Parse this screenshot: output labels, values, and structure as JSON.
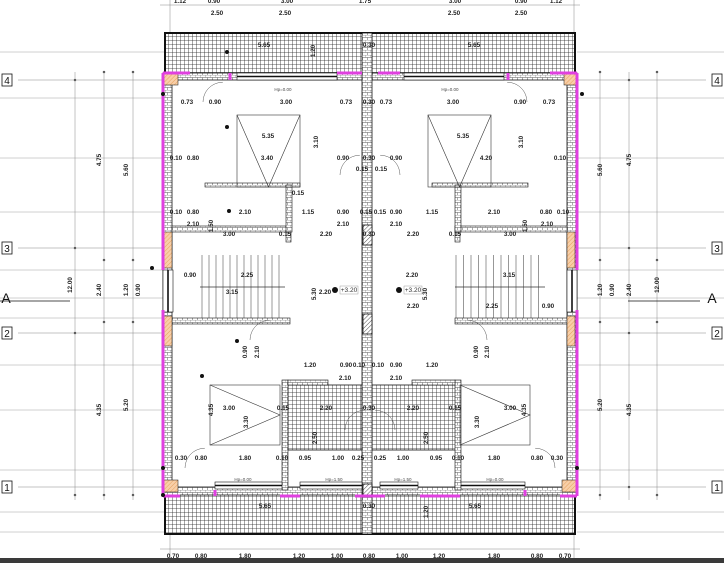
{
  "drawing": {
    "colors": {
      "outline": "#e040e0",
      "line": "#111111",
      "grid_line": "#888888",
      "column_fill": "#f4b183",
      "background": "#ffffff",
      "bottom_bar": "#3a3a3a"
    },
    "grid_axes": [
      "4",
      "3",
      "2",
      "1"
    ],
    "section_mark": "A",
    "top_dimensions_row1": [
      "1.12",
      "0.90",
      "3.00",
      "1.75",
      "3.00",
      "0.90",
      "1.12"
    ],
    "top_dimensions_row2": [
      "2.50",
      "2.50",
      "2.50",
      "2.50"
    ],
    "bottom_dimensions": [
      "0.70",
      "0.80",
      "1.80",
      "1.20",
      "1.00",
      "0.80",
      "1.00",
      "1.20",
      "1.80",
      "0.80",
      "0.70"
    ],
    "left_dimensions": [
      "4.75",
      "5.60",
      "12.00",
      "2.40",
      "1.20",
      "0.90",
      "4.35",
      "5.20"
    ],
    "right_dimensions": [
      "5.60",
      "4.75",
      "12.00",
      "1.20",
      "0.90",
      "2.40",
      "5.20",
      "4.35"
    ],
    "sill_heights": [
      "Hp=0.00",
      "Hp=0.00",
      "Hp=0.00",
      "Hp=1.50",
      "Hp=1.50",
      "Hp=0.00"
    ],
    "levels": [
      "+3.20",
      "+3.20"
    ],
    "plan_dimensions": [
      "5.65",
      "1.20",
      "0.30",
      "5.65",
      "0.73",
      "0.90",
      "3.00",
      "0.73",
      "0.30",
      "0.73",
      "3.00",
      "0.90",
      "0.73",
      "5.35",
      "5.35",
      "3.10",
      "3.10",
      "0.10",
      "0.80",
      "3.40",
      "0.90",
      "0.30",
      "0.90",
      "4.20",
      "0.10",
      "0.15",
      "0.15",
      "0.15",
      "0.10",
      "0.80",
      "2.10",
      "1.15",
      "0.90",
      "0.15",
      "0.15",
      "0.90",
      "1.15",
      "2.10",
      "0.80",
      "0.10",
      "2.10",
      "1.50",
      "2.10",
      "2.10",
      "1.50",
      "2.10",
      "3.00",
      "0.15",
      "2.20",
      "0.30",
      "2.20",
      "0.15",
      "3.00",
      "0.90",
      "2.25",
      "3.15",
      "3.15",
      "5.30",
      "2.20",
      "2.20",
      "5.30",
      "2.20",
      "2.25",
      "0.90",
      "0.90",
      "2.10",
      "0.90",
      "2.10",
      "1.20",
      "0.90",
      "0.10",
      "0.10",
      "0.90",
      "1.20",
      "2.10",
      "2.10",
      "4.35",
      "3.00",
      "0.15",
      "2.20",
      "0.30",
      "2.20",
      "0.15",
      "3.00",
      "4.35",
      "3.30",
      "3.30",
      "2.50",
      "2.50",
      "0.30",
      "0.80",
      "1.80",
      "0.10",
      "0.95",
      "1.00",
      "0.25",
      "0.25",
      "1.00",
      "0.95",
      "0.10",
      "1.80",
      "0.80",
      "0.30",
      "5.65",
      "0.30",
      "1.20",
      "5.65"
    ]
  }
}
